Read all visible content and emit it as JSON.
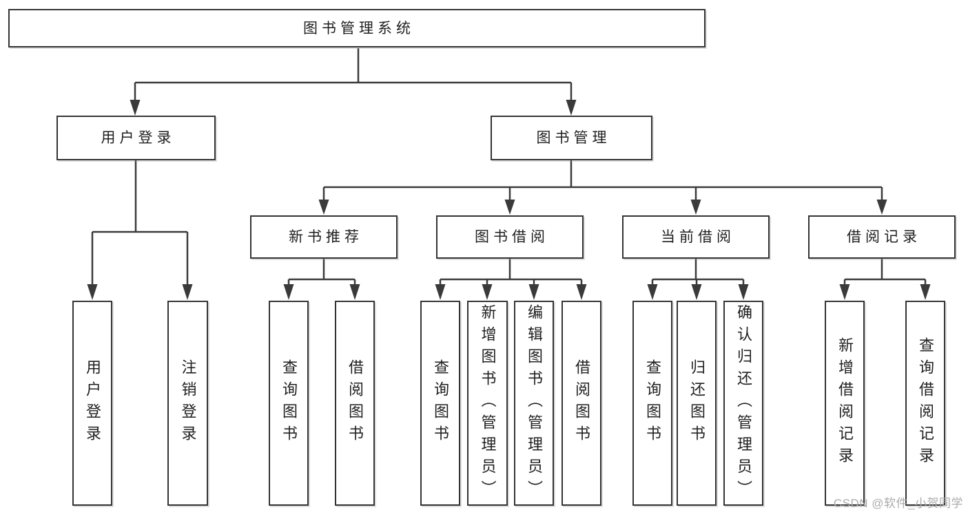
{
  "diagram": {
    "root": {
      "label": "图书管理系统"
    },
    "level2": [
      {
        "label": "用户登录"
      },
      {
        "label": "图书管理"
      }
    ],
    "level3": [
      {
        "label": "新书推荐"
      },
      {
        "label": "图书借阅"
      },
      {
        "label": "当前借阅"
      },
      {
        "label": "借阅记录"
      }
    ],
    "leaves": [
      {
        "label": "用户登录"
      },
      {
        "label": "注销登录"
      },
      {
        "label": "查询图书"
      },
      {
        "label": "借阅图书"
      },
      {
        "label": "查询图书"
      },
      {
        "label": "新增图书（管理员）"
      },
      {
        "label": "编辑图书（管理员）"
      },
      {
        "label": "借阅图书"
      },
      {
        "label": "查询图书"
      },
      {
        "label": "归还图书"
      },
      {
        "label": "确认归还（管理员）"
      },
      {
        "label": "新增借阅记录"
      },
      {
        "label": "查询借阅记录"
      }
    ]
  },
  "watermark": {
    "text": "CSDN @软件_小贺同学"
  },
  "colors": {
    "line": "#3a3a3a",
    "border": "#333333",
    "text": "#1f1f1f",
    "watermark": "#ababab",
    "background": "#ffffff"
  }
}
